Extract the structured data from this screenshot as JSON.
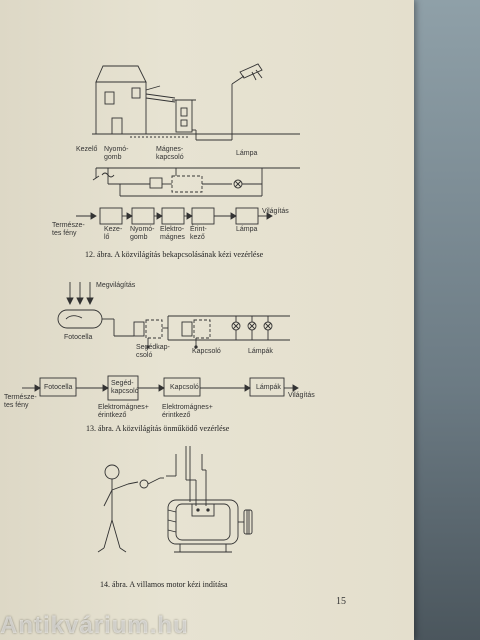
{
  "fig12": {
    "labels": {
      "kezelo": "Kezelő",
      "nyomogomb": "Nyomó-\ngomb",
      "magneskapcsolo": "Mágnes-\nkapcsoló",
      "lampa": "Lámpa",
      "termeszetes_feny": "Természe-\ntes fény",
      "kezelo_block": "Keze-\nlő",
      "nyomogomb_block": "Nyomó-\ngomb",
      "elektromagnes": "Elektro-\nmágnes",
      "erintkezo": "Érint-\nkező",
      "lampa_block": "Lámpa",
      "vilagitas": "Világítás"
    },
    "caption": "12. ábra. A közvilágítás bekapcsolásának kézi vezérlése"
  },
  "fig13": {
    "labels": {
      "megvilagitas": "Megvilágítás",
      "fotocella": "Fotocella",
      "segedkapcsolo": "Segédkap-\ncsoló",
      "kapcsolo": "Kapcsoló",
      "lampak": "Lámpák",
      "termeszetes_feny": "Természe-\ntes fény",
      "fotocella_block": "Fotocella",
      "segedkapcsolo_block": "Segéd-\nkapcsoló",
      "kapcsolo_block": "Kapcsoló",
      "lampak_block": "Lámpák",
      "vilagitas": "Világítás",
      "elektromagnes1": "Elektromágnes+\nérintkező",
      "elektromagnes2": "Elektromágnes+\nérintkező"
    },
    "caption": "13. ábra. A közvilágítás önműködő vezérlése"
  },
  "fig14": {
    "caption": "14. ábra. A villamos motor kézi indítása"
  },
  "page_number": "15",
  "watermark": "Antikvárium.hu"
}
